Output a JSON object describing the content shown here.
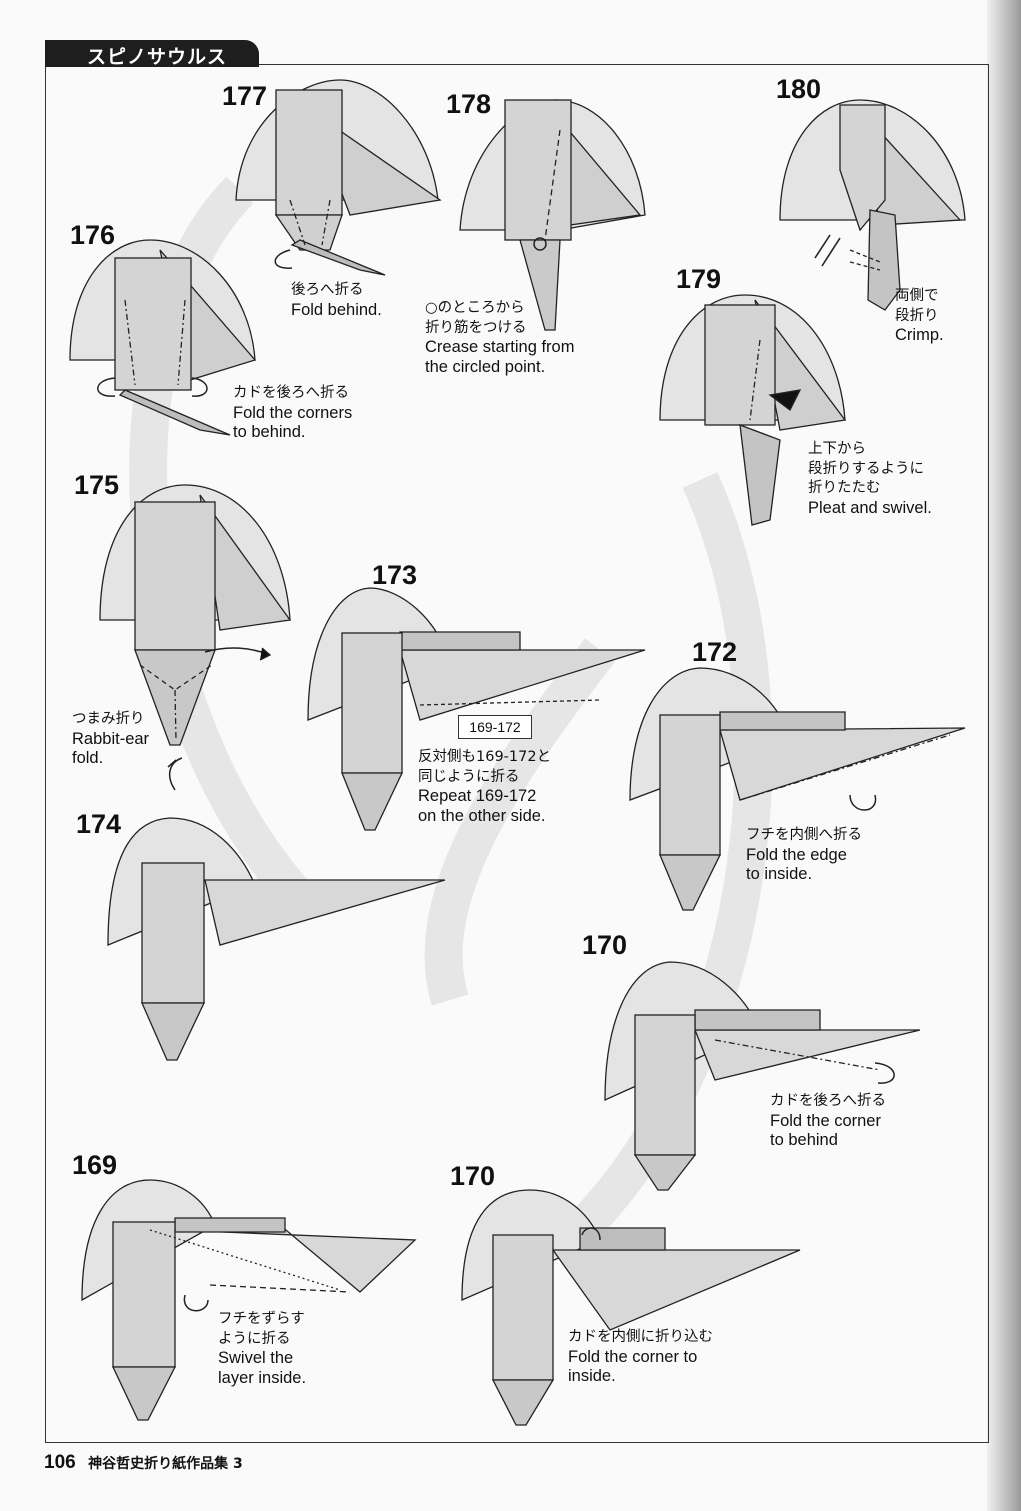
{
  "header": {
    "title": "スピノサウルス"
  },
  "footer": {
    "page_number": "106",
    "book_title": "神谷哲史折り紙作品集 3"
  },
  "reference_box": "169-172",
  "steps": {
    "s176": {
      "number": "176",
      "jp": "カドを後ろへ折る",
      "en1": "Fold the corners",
      "en2": "to behind."
    },
    "s177": {
      "number": "177",
      "jp": "後ろへ折る",
      "en1": "Fold behind."
    },
    "s178": {
      "number": "178",
      "jp1": "○のところから",
      "jp2": "折り筋をつける",
      "en1": "Crease starting from",
      "en2": "the circled point."
    },
    "s179": {
      "number": "179",
      "jp1": "上下から",
      "jp2": "段折りするように",
      "jp3": "折りたたむ",
      "en1": "Pleat and swivel."
    },
    "s180": {
      "number": "180",
      "jp1": "両側で",
      "jp2": "段折り",
      "en1": "Crimp."
    },
    "s175": {
      "number": "175",
      "jp": "つまみ折り",
      "en1": "Rabbit-ear",
      "en2": "fold."
    },
    "s173": {
      "number": "173",
      "jp1": "反対側も169-172と",
      "jp2": "同じように折る",
      "en1": "Repeat 169-172",
      "en2": "on the other side."
    },
    "s172": {
      "number": "172",
      "jp": "フチを内側へ折る",
      "en1": "Fold the edge",
      "en2": "to inside."
    },
    "s174": {
      "number": "174"
    },
    "s170a": {
      "number": "170",
      "jp": "カドを後ろへ折る",
      "en1": "Fold the corner",
      "en2": "to behind"
    },
    "s169": {
      "number": "169",
      "jp1": "フチをずらす",
      "jp2": "ように折る",
      "en1": "Swivel the",
      "en2": "layer inside."
    },
    "s170b": {
      "number": "170",
      "jp": "カドを内側に折り込む",
      "en1": "Fold the corner to",
      "en2": "inside."
    }
  }
}
